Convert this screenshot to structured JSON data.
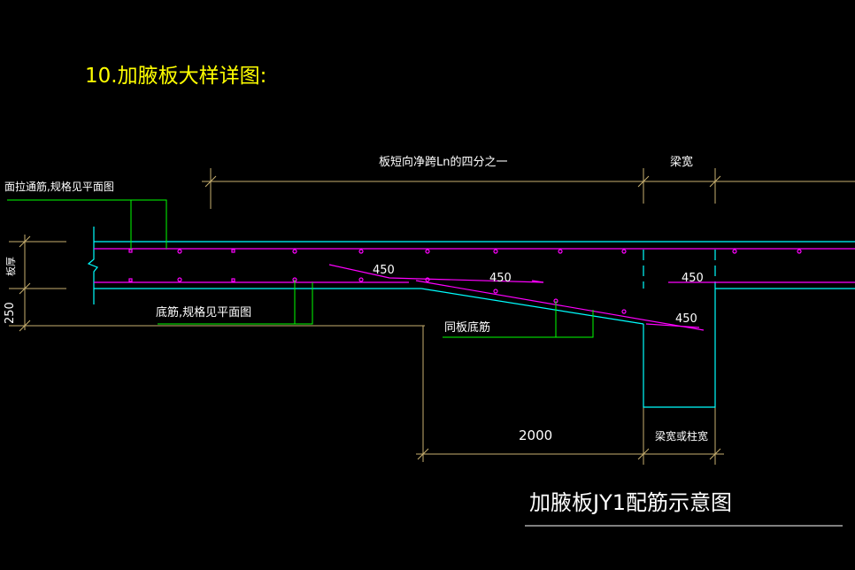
{
  "title": "10.加腋板大样详图:",
  "dims": {
    "quarter_span": "板短向净跨Ln的四分之一",
    "beam_width": "梁宽",
    "thickness": "板厚",
    "haunch_depth": "250",
    "haunch_length": "2000",
    "beam_or_column_width": "梁宽或柱宽"
  },
  "notes": {
    "top_rebar": "面拉通筋,规格见平面图",
    "bottom_rebar": "底筋,规格见平面图",
    "same_bottom": "同板底筋"
  },
  "lap_labels": [
    "450",
    "450",
    "450",
    "450"
  ],
  "caption": "加腋板JY1配筋示意图",
  "colors": {
    "background": "#000000",
    "concrete_outline": "#00ffff",
    "rebar": "#ff00ff",
    "leader": "#00ff00",
    "dimension": "#c8b070",
    "title_text": "#ffff00",
    "label_text": "#ffffff"
  }
}
